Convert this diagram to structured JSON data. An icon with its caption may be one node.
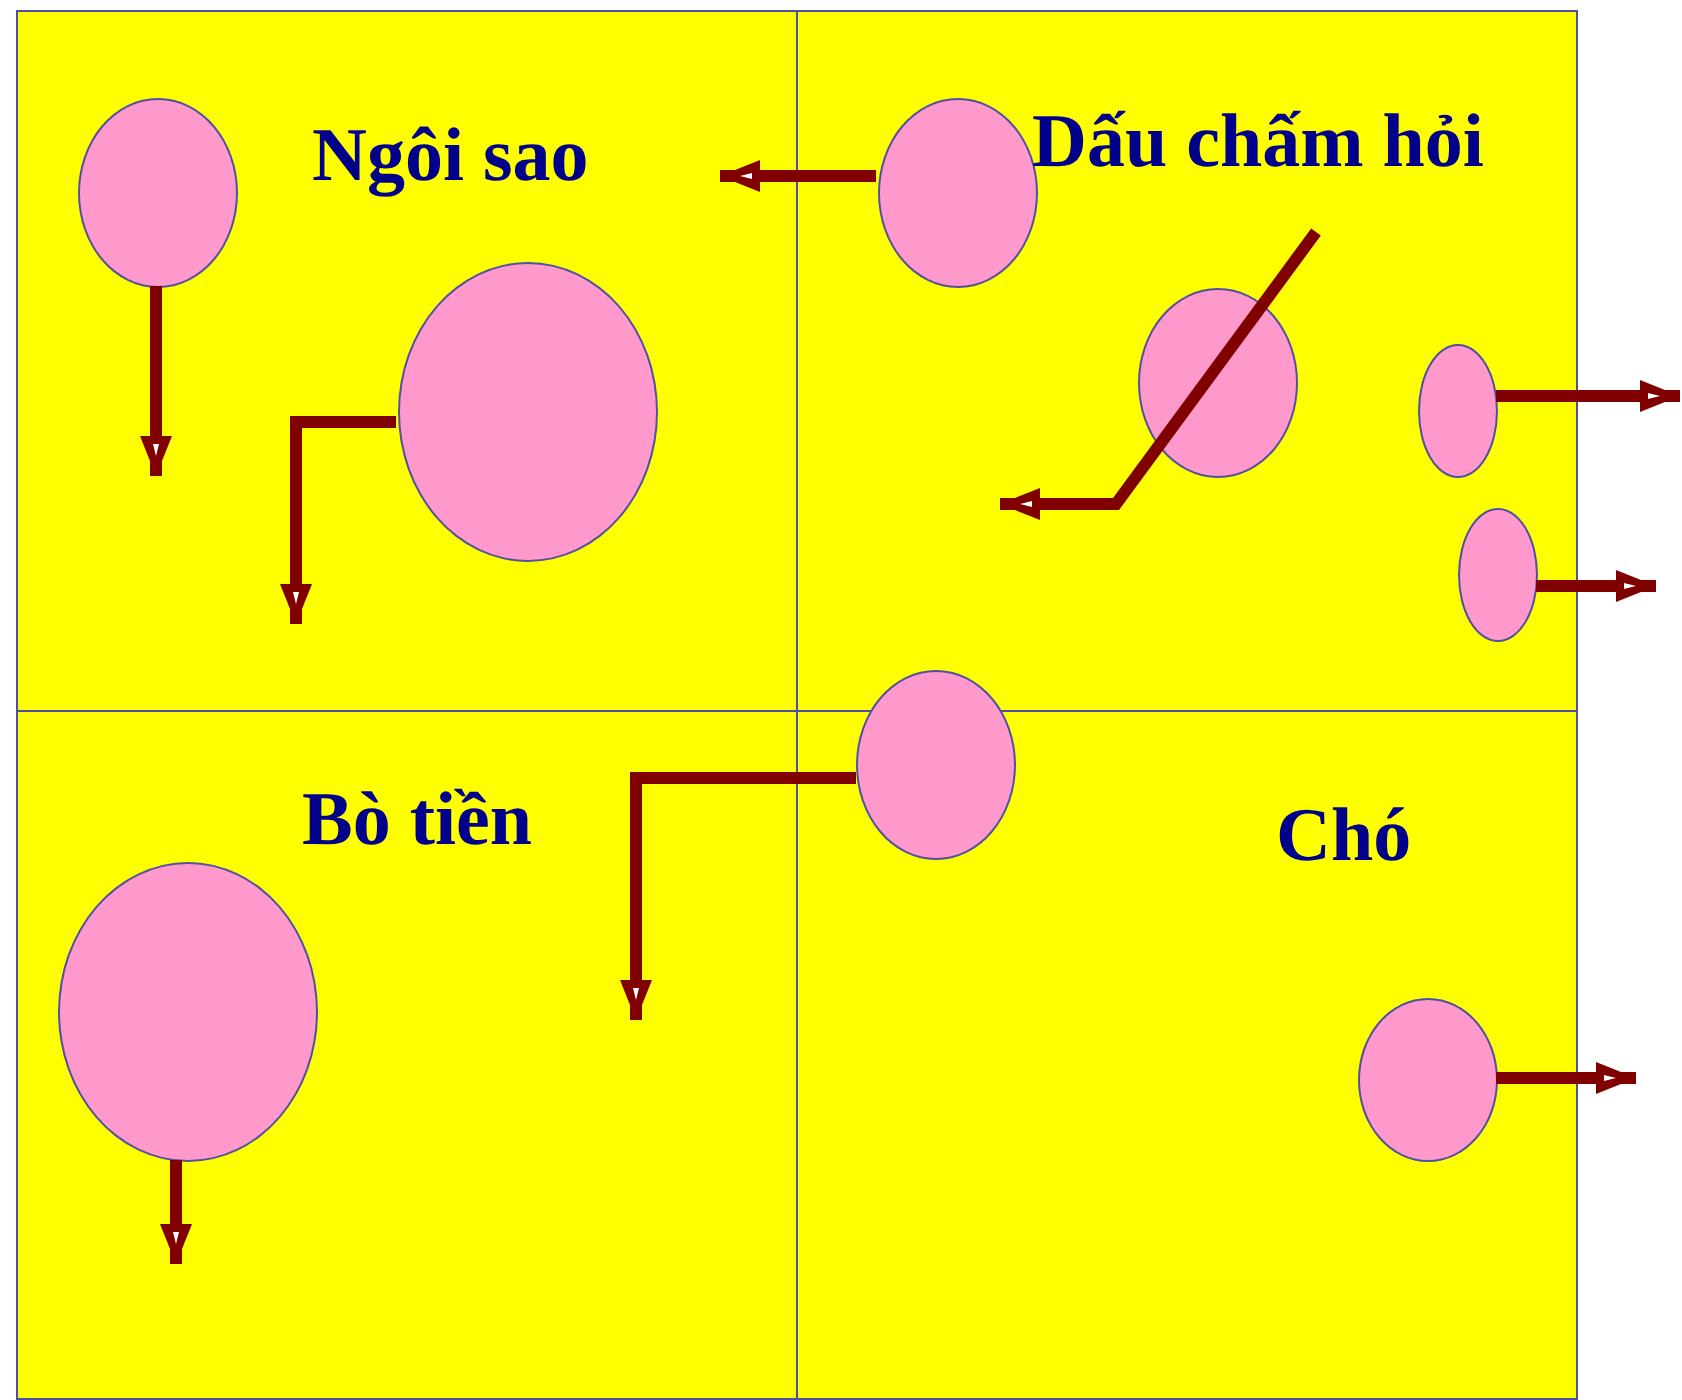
{
  "diagram": {
    "nodes": [
      {
        "text": [
          "Ngôi sao"
        ]
      },
      {
        "text": [],
        "shape": "circle",
        "in": 0
      },
      {
        "text": [],
        "shape": "circle",
        "in": 0
      },
      {
        "text": [
          "Dấu chấm hỏi"
        ]
      },
      {
        "text": [],
        "shape": "circle",
        "in": 3
      },
      {
        "text": [],
        "shape": "circle",
        "in": 3
      },
      {
        "text": [],
        "shape": "circle",
        "in": 3
      },
      {
        "text": [],
        "shape": "circle",
        "in": 3
      },
      {
        "text": [],
        "shape": "circle"
      },
      {
        "text": [
          "Bò tiền"
        ]
      },
      {
        "text": [],
        "shape": "circle",
        "in": 9
      },
      {
        "text": [
          "Chó"
        ]
      },
      {
        "text": [],
        "shape": "circle",
        "in": 11
      }
    ],
    "edges": [
      {
        "from": 1,
        "to": null,
        "arrow": "to"
      },
      {
        "from": 2,
        "to": null,
        "arrow": "to"
      },
      {
        "from": 4,
        "to": null,
        "arrow": "to"
      },
      {
        "from": 5,
        "to": null,
        "arrow": "to"
      },
      {
        "from": 6,
        "to": null,
        "arrow": "to"
      },
      {
        "from": 7,
        "to": null,
        "arrow": "to"
      },
      {
        "from": 8,
        "to": null,
        "arrow": "to"
      },
      {
        "from": 10,
        "to": null,
        "arrow": "to"
      },
      {
        "from": 12,
        "to": null,
        "arrow": "to"
      }
    ]
  }
}
